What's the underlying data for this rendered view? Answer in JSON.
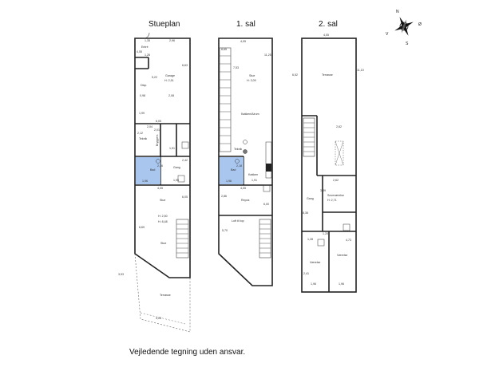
{
  "titles": {
    "ground": "Stueplan",
    "first": "1. sal",
    "second": "2. sal"
  },
  "caption": "Vejledende tegning uden ansvar.",
  "compass": {
    "n": "N",
    "e": "Ø",
    "s": "S",
    "w": "V"
  },
  "ground": {
    "entre": "Entré",
    "garage": "Garage",
    "garage_h": "H: 2,51",
    "depot": "Disp.",
    "teknik": "Teknik",
    "bryggers": "Bryggers",
    "bad": "Bad",
    "gang": "Gang",
    "stue1": "Stue",
    "stue_h1": "H: 2,50",
    "stue_h2": "H: 8,48",
    "stue2": "Stue",
    "terrasse": "Terrasse",
    "dims": {
      "d1": "1,35",
      "d2": "2,96",
      "d3": "4,55",
      "d4": "1,26",
      "d5": "5,22",
      "d6": "6,63",
      "d7": "0,98",
      "d8": "2,08",
      "d9": "1,99",
      "d10": "6,05",
      "d11": "2,04",
      "d12": "2,12",
      "d13": "2,01",
      "d14": "1,91",
      "d15": "2,16",
      "d16": "2,42",
      "d17": "1,96",
      "d18": "1,95",
      "d19": "4,05",
      "d20": "6,05",
      "d21": "6,69",
      "d22": "3,93",
      "d23": "4,05"
    }
  },
  "first": {
    "stue": "Stue",
    "stue_h": "H: 3,09",
    "kokken_alrum": "Køkken/Alrum",
    "teknik": "Teknik",
    "bad": "Bad",
    "kokken": "Køkken",
    "repos": "Repos",
    "loft": "Loft til top",
    "dims": {
      "d1": "4,05",
      "d2": "8,65",
      "d3": "11,25",
      "d4": "7,53",
      "d5": "2,18",
      "d6": "1,96",
      "d7": "1,91",
      "d8": "4,05",
      "d9": "2,86",
      "d10": "6,00",
      "d11": "5,70"
    }
  },
  "second": {
    "terrasse": "Terrasse",
    "gang": "Gang",
    "sovevaerelse": "Soveværelse",
    "sove_h": "H: 2,71",
    "vaerelse1": "Værelse",
    "vaerelse2": "Værelse",
    "dims": {
      "d1": "4,05",
      "d2": "6,52",
      "d3": "11,10",
      "d4": "2,62",
      "d5": "2,62",
      "d6": "3,89",
      "d7": "8,36",
      "d8": "1,28",
      "d9": "1,20",
      "d10": "4,73",
      "d11": "2,41",
      "d12": "1,96",
      "d13": "1,96"
    }
  }
}
